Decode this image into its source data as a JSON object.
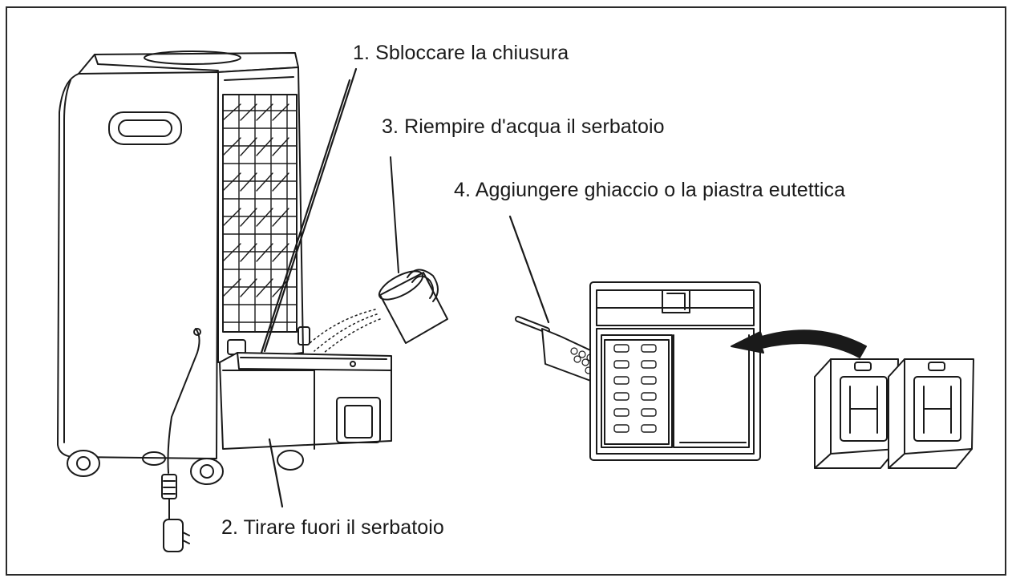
{
  "steps": [
    {
      "id": "step-1",
      "text": "1. Sbloccare la chiusura"
    },
    {
      "id": "step-2",
      "text": "2. Tirare fuori il serbatoio"
    },
    {
      "id": "step-3",
      "text": "3. Riempire d'acqua il serbatoio"
    },
    {
      "id": "step-4",
      "text": "4. Aggiungere ghiaccio o la piastra eutettica"
    }
  ],
  "colors": {
    "line": "#1a1a1a",
    "border": "#2a2a2a",
    "background": "#ffffff"
  },
  "icons": [
    "air-cooler-illustration",
    "water-tank-illustration",
    "watering-jug-illustration",
    "ice-scoop-illustration",
    "open-tank-top-view",
    "ice-pack-illustration",
    "curved-arrow-icon"
  ]
}
